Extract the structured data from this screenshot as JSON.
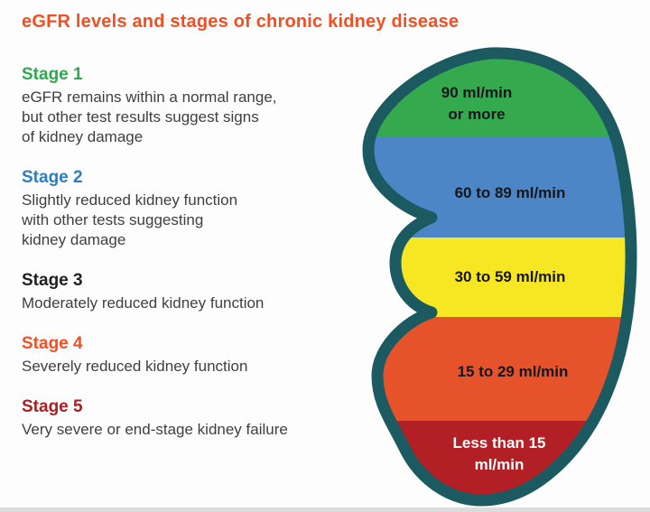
{
  "title": "eGFR levels and stages of chronic kidney disease",
  "colors": {
    "title": "#f05023",
    "outline": "#1a5a60",
    "body_text": "#3f3f41",
    "band_label_text": "#16161e"
  },
  "stages": [
    {
      "label": "Stage 1",
      "color": "#2fa84f",
      "description": "eGFR remains within a normal range,\nbut other test results suggest signs\nof kidney damage"
    },
    {
      "label": "Stage 2",
      "color": "#2e7dbe",
      "description": "Slightly reduced kidney function\nwith other tests suggesting\nkidney damage"
    },
    {
      "label": "Stage 3",
      "color": "#231f20",
      "description": "Moderately reduced kidney function"
    },
    {
      "label": "Stage 4",
      "color": "#f05023",
      "description": "Severely reduced kidney function"
    },
    {
      "label": "Stage 5",
      "color": "#aa1f23",
      "description": "Very severe or end-stage kidney failure"
    }
  ],
  "kidney_chart": {
    "bands": [
      {
        "lines": [
          "90 ml/min",
          "or more"
        ],
        "color": "#34a94d",
        "text_color": "#16161e"
      },
      {
        "lines": [
          "60 to 89 ml/min"
        ],
        "color": "#4c86c6",
        "text_color": "#16161e"
      },
      {
        "lines": [
          "30 to 59 ml/min"
        ],
        "color": "#f7e723",
        "text_color": "#16161e"
      },
      {
        "lines": [
          "15 to 29 ml/min"
        ],
        "color": "#e6532a",
        "text_color": "#16161e"
      },
      {
        "lines": [
          "Less than 15",
          "ml/min"
        ],
        "color": "#b22025",
        "text_color": "#ffffff"
      }
    ]
  }
}
